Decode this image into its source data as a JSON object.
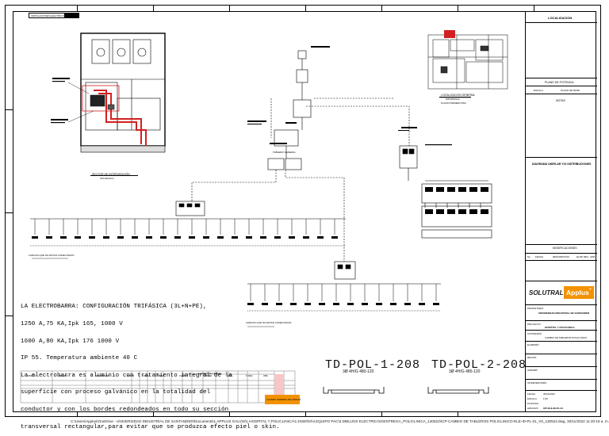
{
  "header_strip": "INSTALACIONES ELECTRICAS",
  "title_block": {
    "header": "LOCALIZACION",
    "plan_title": "PLANO DE POTENCIA",
    "col_label_1": "ESCALA",
    "col_label_2": "PLANO DE BASE",
    "section_3": "NOTAS",
    "section_diagram": "DIAGRAMA UNIFILAR Y/O DISTRIBUCIONES",
    "revisions": "MODIFICACIONES",
    "rev_cols": [
      "No.",
      "FECHA",
      "DESCRIPCION",
      "ELAB.",
      "REV.",
      "APR."
    ],
    "brand_left": "SOLUTRAL",
    "brand_right": "Applus",
    "brand_sup": "®",
    "owner_label": "PROPIETARIO",
    "owner": "UNIVERSIDAD INDUSTRIAL DE SANTANDER",
    "project_label": "PROYECTO",
    "project": "HOSPITAL Y POLICLINICA",
    "contents_label": "CONTENIDO",
    "contents": "CAMBIO DE TABLEROS POLICLINICO",
    "elab_label": "ELABORÓ",
    "rev_label": "REVISÓ",
    "apr_label": "APROBÓ",
    "sign_label": "INTERVENTORÍA",
    "date_label": "FECHA",
    "date": "30/11/2022",
    "scale_label": "ESCALA",
    "scale": "1:50",
    "sheet_label": "PLANCHA",
    "file_label": "ARCHIVO",
    "file_code": "ICP-ELE-ID-PL-01"
  },
  "plans": {
    "keyplan_title": "SECTOR DE INTERVENCIÓN",
    "keyplan_sub": "SIN ESCALA",
    "location_title": "LOCALIZACION GENERAL",
    "location_sub": "SIN ESCALA",
    "location_note": "PLANTA PRIMER PISO"
  },
  "diagram_labels": {
    "td_main": "TABLERO GENERAL",
    "td1": "TD-POL-1-208",
    "td2": "TD-POL-2-208",
    "load_note_1": "CARGAS QUE NO ESTAN CONECTADAS",
    "load_note_2": "CARGAS QUE NO ESTAN CONECTADAS"
  },
  "notes": [
    "LA ELECTROBARRA: CONFIGURACIÓN TRIFÁSICA (3L+N+PE),",
    "1250 A,75 KA,Ipk 165, 1000 V",
    "1600 A,80 KA,Ipk 176 1000 V",
    "IP 55. Temperatura ambiente 40 C",
    "La electrobarra es aluminio con tratamiento integral de la",
    "superficie con proceso galvánico en la totalidad del",
    "conductor y con los bordes redondeados en todo su sección",
    "transversal rectangular,para evitar que se produzca efecto piel o skin."
  ],
  "cabinets": [
    {
      "name": "TD-POL-1-208",
      "sub": "3Ø 4H/G 480-120"
    },
    {
      "name": "TD-POL-2-208",
      "sub": "3Ø 4H/G 480-120"
    }
  ],
  "schedule": {
    "title": "CUADRO DE CARGAS",
    "headers": [
      "TABLERO",
      "TENSION",
      "DESCRIPCION",
      "POLOS",
      "CARGA",
      "PROT.",
      "CALIBRE",
      "TUBERIA",
      "LONG.",
      "% REG",
      "OBS."
    ],
    "tag": "CUADRO GENERAL DE CARGAS"
  },
  "footer_path": "C:\\Users\\Applus\\OneDrive - UNIVERSIDAD INDUSTRIAL DE SANTANDER\\Documents\\1.APPLUS GALVIS\\1.HOSPITAL Y POLICLINICA\\1.DISEÑO\\4.EQUIPO PAC\\3.DIBUJOS ELECTRICOS\\ENTREGA_POLICLINICA_130522\\ICP-CAMBIO DE TABLEROS POLICLINICO-ELE-ID-PL-01_V0_130522.dwg, 30/11/2022 11:20:18 a. m.",
  "colors": {
    "accent": "#f39200",
    "red": "#d22020",
    "ink": "#000000"
  }
}
